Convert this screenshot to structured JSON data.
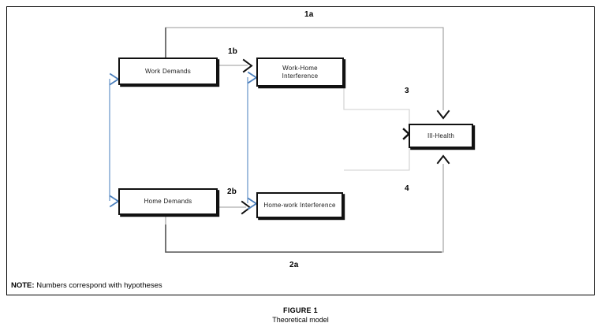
{
  "figure": {
    "caption_title": "FIGURE 1",
    "caption_subtitle": "Theoretical model",
    "note_prefix": "NOTE:",
    "note_text": " Numbers correspond with hypotheses"
  },
  "nodes": [
    {
      "id": "work-demands",
      "label": "Work Demands"
    },
    {
      "id": "work-home-interference",
      "label": "Work-Home\nInterference",
      "line1": "Work-Home",
      "line2": "Interference"
    },
    {
      "id": "home-demands",
      "label": "Home Demands"
    },
    {
      "id": "home-work-interference",
      "label": "Home-work Interference"
    },
    {
      "id": "ill-health",
      "label": "Ill-Health"
    }
  ],
  "hypothesis_labels": {
    "h1a": "1a",
    "h1b": "1b",
    "h2a": "2a",
    "h2b": "2b",
    "h3": "3",
    "h4": "4"
  },
  "colors": {
    "node_border": "#111111",
    "connector_gray": "#9a9a9a",
    "connector_dark": "#555555",
    "correlation_blue": "#4a7ebb",
    "text": "#1a1a1a",
    "frame": "#000000",
    "background": "#ffffff"
  },
  "edges": [
    {
      "name": "work-demands-to-whi",
      "label": "1b",
      "from": "work-demands",
      "to": "work-home-interference"
    },
    {
      "name": "home-demands-to-hwi",
      "label": "2b",
      "from": "home-demands",
      "to": "home-work-interference"
    },
    {
      "name": "work-demands-to-ill-health",
      "label": "1a",
      "from": "work-demands",
      "to": "ill-health"
    },
    {
      "name": "home-demands-to-ill-health",
      "label": "2a",
      "from": "home-demands",
      "to": "ill-health"
    },
    {
      "name": "whi-to-ill-health",
      "label": "3",
      "from": "work-home-interference",
      "to": "ill-health"
    },
    {
      "name": "hwi-to-ill-health",
      "label": "4",
      "from": "home-work-interference",
      "to": "ill-health"
    },
    {
      "name": "work-home-demands-correlation",
      "label": "",
      "from": "work-demands",
      "to": "home-demands"
    },
    {
      "name": "whi-hwi-correlation",
      "label": "",
      "from": "work-home-interference",
      "to": "home-work-interference"
    }
  ]
}
